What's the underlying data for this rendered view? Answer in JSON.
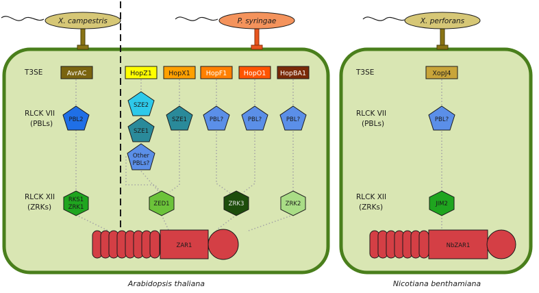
{
  "pathogens": {
    "x_campestris": "X. campestris",
    "p_syringae": "P. syringae",
    "x_perforans": "X. perforans"
  },
  "row_labels": {
    "t3se": "T3SE",
    "rlck7_line1": "RLCK VII",
    "rlck7_line2": "(PBLs)",
    "rlck12_line1": "RLCK XII",
    "rlck12_line2": "(ZRKs)"
  },
  "effectors": {
    "avrac": "AvrAC",
    "hopz1": "HopZ1",
    "hopx1": "HopX1",
    "hopf1": "HopF1",
    "hopo1": "HopO1",
    "hopba1": "HopBA1",
    "xopj4": "XopJ4"
  },
  "pbls": {
    "pbl2": "PBL2",
    "sze2": "SZE2",
    "sze1_a": "SZE1",
    "sze1_b": "SZE1",
    "other_line1": "Other",
    "other_line2": "PBLs?",
    "pbl_q1": "PBL?",
    "pbl_q2": "PBL?",
    "pbl_q3": "PBL?",
    "pbl_q4": "PBL?"
  },
  "zrks": {
    "rks1_line1": "RKS1",
    "rks1_line2": "ZRK1",
    "zed1": "ZED1",
    "zrk3": "ZRK3",
    "zrk2": "ZRK2",
    "jim2": "JIM2"
  },
  "nlrs": {
    "zar1": "ZAR1",
    "nbzar1": "NbZAR1"
  },
  "species": {
    "arabidopsis": "Arabidopsis thaliana",
    "nicotiana": "Nicotiana benthamiana"
  },
  "colors": {
    "cell_fill": "#d9e6b3",
    "cell_border": "#4a7f1c",
    "nlr_red": "#d43f45",
    "pbl_blue": "#5b8fe8",
    "pbl2_blue": "#1f6fe6",
    "sze2_cyan": "#2ec9ea",
    "sze1_teal": "#2a8a9a",
    "zrk_green": "#1fa51f",
    "zed1_green": "#6cc33a",
    "zrk3_dark": "#1d4d0c",
    "zrk2_light": "#a9dd86",
    "hopz1": "#ffff00",
    "hopx1": "#ffa000",
    "hopf1": "#ff8000",
    "hopo1": "#ff5500",
    "hopba1": "#7a2a08",
    "avrac": "#7a6410",
    "xopj4": "#c9a53a",
    "x_pathogen": "#d6c776",
    "p_pathogen": "#f4935c"
  }
}
